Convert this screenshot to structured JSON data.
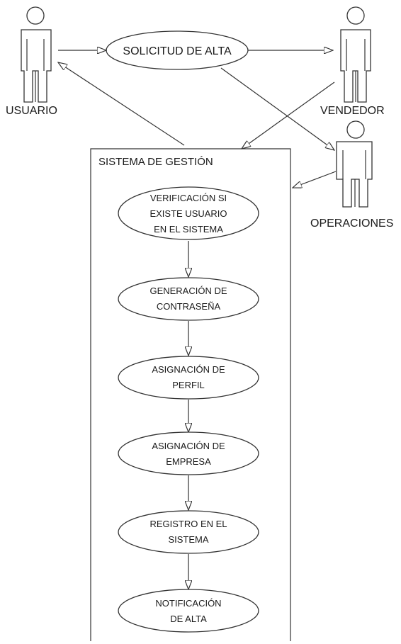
{
  "actors": {
    "usuario": "USUARIO",
    "vendedor": "VENDEDOR",
    "operaciones": "OPERACIONES"
  },
  "main_use_case": "SOLICITUD DE ALTA",
  "system": {
    "title": "SISTEMA DE GESTIÓN",
    "steps": [
      [
        "VERIFICACIÓN SI",
        "EXISTE USUARIO",
        "EN EL SISTEMA"
      ],
      [
        "GENERACIÓN DE",
        "CONTRASEÑA"
      ],
      [
        "ASIGNACIÓN DE",
        "PERFIL"
      ],
      [
        "ASIGNACIÓN DE",
        "EMPRESA"
      ],
      [
        "REGISTRO EN EL",
        "SISTEMA"
      ],
      [
        "NOTIFICACIÓN",
        "DE ALTA"
      ]
    ]
  },
  "colors": {
    "stroke": "#333333",
    "fill": "#ffffff",
    "text": "#1a1a1a"
  }
}
